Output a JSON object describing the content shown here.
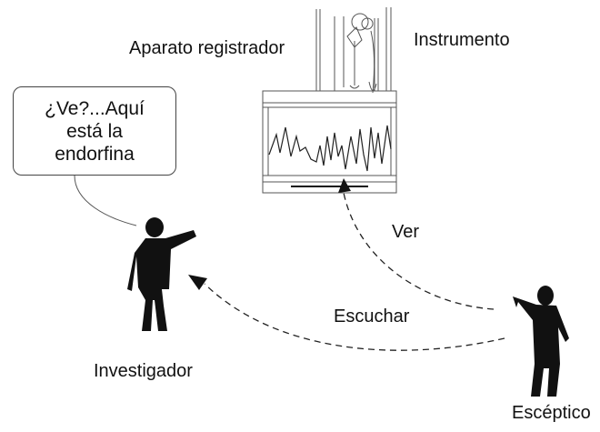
{
  "labels": {
    "aparato": "Aparato registrador",
    "instrumento": "Instrumento",
    "ver": "Ver",
    "escuchar": "Escuchar",
    "investigador": "Investigador",
    "esceptico": "Escéptico"
  },
  "bubble": {
    "lines": [
      "¿Ve?...Aquí",
      "está la",
      "endorfina"
    ]
  },
  "colors": {
    "ink": "#111111",
    "line": "#444444"
  }
}
